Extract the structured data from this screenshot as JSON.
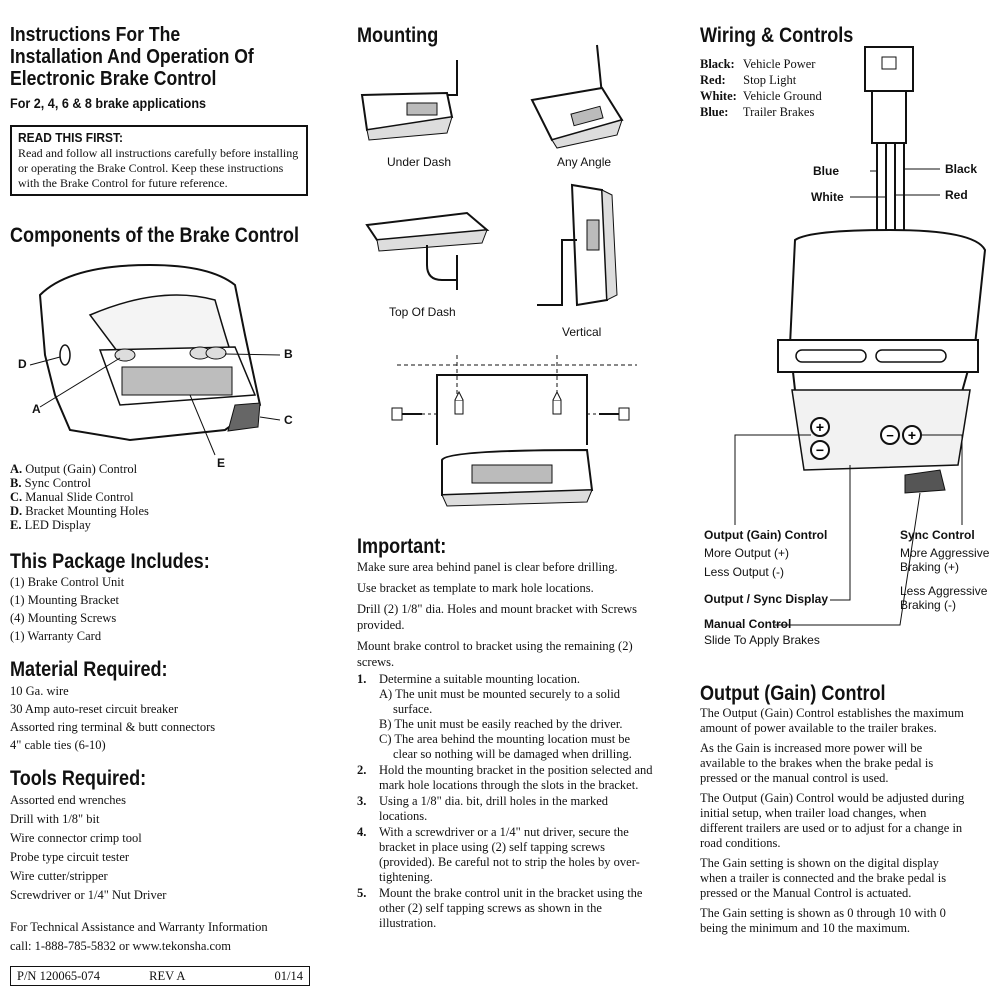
{
  "column1": {
    "title_lines": [
      "Instructions For The",
      "Installation And Operation Of",
      "Electronic Brake Control"
    ],
    "subtitle": "For 2, 4, 6 & 8 brake applications",
    "read_first": {
      "heading": "READ THIS FIRST:",
      "text": "Read and follow all instructions carefully before installing or operating the Brake Control. Keep these instructions with the Brake Control for future reference."
    },
    "components_heading": "Components of the Brake Control",
    "callouts": [
      "D",
      "A",
      "B",
      "C",
      "E"
    ],
    "components": [
      {
        "letter": "A.",
        "text": "Output (Gain) Control"
      },
      {
        "letter": "B.",
        "text": "Sync Control"
      },
      {
        "letter": "C.",
        "text": "Manual Slide Control"
      },
      {
        "letter": "D.",
        "text": "Bracket Mounting Holes"
      },
      {
        "letter": "E.",
        "text": "LED Display"
      }
    ],
    "package_heading": "This Package Includes:",
    "package_items": [
      "(1) Brake Control Unit",
      "(1) Mounting Bracket",
      "(4) Mounting Screws",
      "(1) Warranty Card"
    ],
    "material_heading": "Material Required:",
    "material_items": [
      "10 Ga. wire",
      "30 Amp auto-reset circuit breaker",
      "Assorted ring terminal & butt connectors",
      "4\" cable ties (6-10)"
    ],
    "tools_heading": "Tools Required:",
    "tools_items": [
      "Assorted end wrenches",
      "Drill with 1/8\" bit",
      "Wire connector crimp tool",
      "Probe type circuit tester",
      "Wire cutter/stripper",
      "Screwdriver or 1/4\" Nut Driver"
    ],
    "assistance_lines": [
      "For Technical Assistance and Warranty Information",
      "call: 1-888-785-5832 or www.tekonsha.com"
    ],
    "footer": {
      "pn": "P/N 120065-074",
      "rev": "REV A",
      "date": "01/14"
    }
  },
  "column2": {
    "heading": "Mounting",
    "positions": [
      "Under Dash",
      "Any Angle",
      "Top Of Dash",
      "Vertical"
    ],
    "important_heading": "Important:",
    "important_paras": [
      "Make sure area behind panel is clear before drilling.",
      "Use bracket as template to mark hole locations.",
      "Drill (2) 1/8\" dia. Holes and mount bracket with Screws provided.",
      "Mount brake control to bracket using the remaining (2) screws."
    ],
    "steps": [
      {
        "num": "1.",
        "text": "Determine a suitable mounting location.",
        "subs": [
          "A) The unit must be mounted securely to a solid surface.",
          "B) The unit must be easily reached by the driver.",
          "C) The area behind the mounting location must be clear so nothing will be damaged when drilling."
        ]
      },
      {
        "num": "2.",
        "text": "Hold the mounting bracket in the position selected and mark hole locations through the slots in the bracket.",
        "subs": []
      },
      {
        "num": "3.",
        "text": "Using a 1/8\" dia. bit, drill holes in the marked locations.",
        "subs": []
      },
      {
        "num": "4.",
        "text": "With a screwdriver or a 1/4\" nut driver, secure the bracket in place using (2) self tapping screws (provided). Be careful not to strip the holes by over-tightening.",
        "subs": []
      },
      {
        "num": "5.",
        "text": "Mount the brake control unit in the bracket using the other (2) self tapping screws as shown in the illustration.",
        "subs": []
      }
    ]
  },
  "column3": {
    "heading": "Wiring & Controls",
    "wires": [
      {
        "color": "Black:",
        "use": "Vehicle Power"
      },
      {
        "color": "Red:",
        "use": "Stop Light"
      },
      {
        "color": "White:",
        "use": "Vehicle Ground"
      },
      {
        "color": "Blue:",
        "use": "Trailer Brakes"
      }
    ],
    "wire_labels": {
      "blue": "Blue",
      "white": "White",
      "black": "Black",
      "red": "Red"
    },
    "controls": {
      "output_heading": "Output (Gain) Control",
      "more_output": "More Output (+)",
      "less_output": "Less Output (-)",
      "display": "Output / Sync Display",
      "manual_heading": "Manual Control",
      "manual_text": "Slide To Apply Brakes",
      "sync_heading": "Sync Control",
      "sync_more_lines": [
        "More Aggressive",
        "Braking (+)"
      ],
      "sync_less_lines": [
        "Less Aggressive",
        "Braking (-)"
      ]
    },
    "gain_heading": "Output (Gain) Control",
    "gain_paras": [
      "The Output (Gain) Control establishes the maximum amount of power available to the trailer brakes.",
      "As the Gain is increased more power will be available to the brakes when the brake pedal is pressed or the manual control is used.",
      "The Output (Gain) Control would be adjusted during initial setup, when trailer load changes, when different trailers are used or to adjust for a change in road conditions.",
      "The Gain setting is shown on the digital display when a trailer is connected and the brake pedal is pressed or the Manual Control is actuated.",
      "The Gain setting is shown as 0 through 10 with 0 being the minimum and 10 the maximum."
    ]
  }
}
